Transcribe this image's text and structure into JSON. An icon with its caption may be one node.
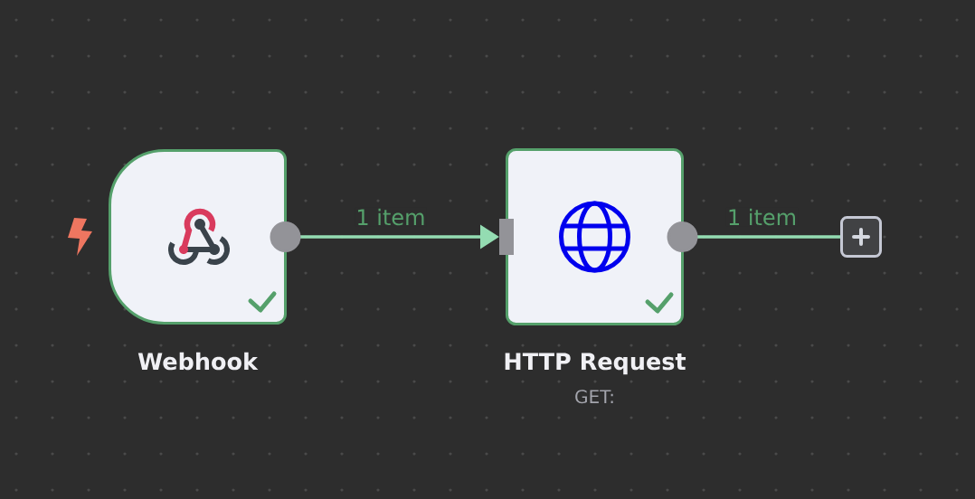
{
  "diagram": {
    "nodes": [
      {
        "text": [
          "Webhook"
        ]
      },
      {
        "text": [
          "HTTP Request",
          "GET:"
        ]
      },
      {
        "text": [],
        "shape": "box"
      }
    ],
    "edges": [
      {
        "from": 0,
        "to": 1,
        "arrow": "to",
        "label": "1 item"
      },
      {
        "from": 1,
        "to": 2,
        "arrow": "other",
        "label": "1 item"
      }
    ]
  }
}
